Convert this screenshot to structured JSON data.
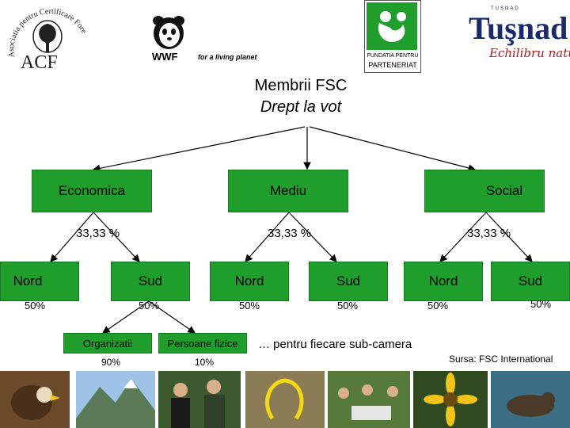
{
  "logos": {
    "acf_ring_text": "Asociatia pentru Certificare Forestiera",
    "acf_name": "ACF",
    "wwf_name": "WWF",
    "wwf_tagline": "for a living planet",
    "fp_text_1": "FUNDATIA PENTRU",
    "fp_text_2": "PARTENERIAT",
    "tusnad_top": "TUSNAD",
    "tusnad_name": "Tuşnad",
    "tusnad_script": "Echilibru natural"
  },
  "title": {
    "line1": "Membrii FSC",
    "line2": "Drept la vot"
  },
  "chambers": [
    {
      "label": "Economica"
    },
    {
      "label": "Mediu"
    },
    {
      "label": "Social"
    }
  ],
  "chamber_shares": [
    "33,33 %",
    "33,33 %",
    "33,33 %"
  ],
  "subchambers": [
    {
      "label": "Nord",
      "share": "50%"
    },
    {
      "label": "Sud",
      "share": "50%"
    },
    {
      "label": "Nord",
      "share": "50%"
    },
    {
      "label": "Sud",
      "share": "50%"
    },
    {
      "label": "Nord",
      "share": "50%"
    },
    {
      "label": "Sud",
      "share": "50%"
    }
  ],
  "member_types": [
    {
      "label": "Organizatii",
      "share": "90%"
    },
    {
      "label": "Persoane fizice",
      "share": "10%"
    }
  ],
  "note": "… pentru fiecare sub-camera",
  "source": "Sursa: FSC International",
  "colors": {
    "box_green": "#1f9e2c",
    "line": "#000000"
  }
}
